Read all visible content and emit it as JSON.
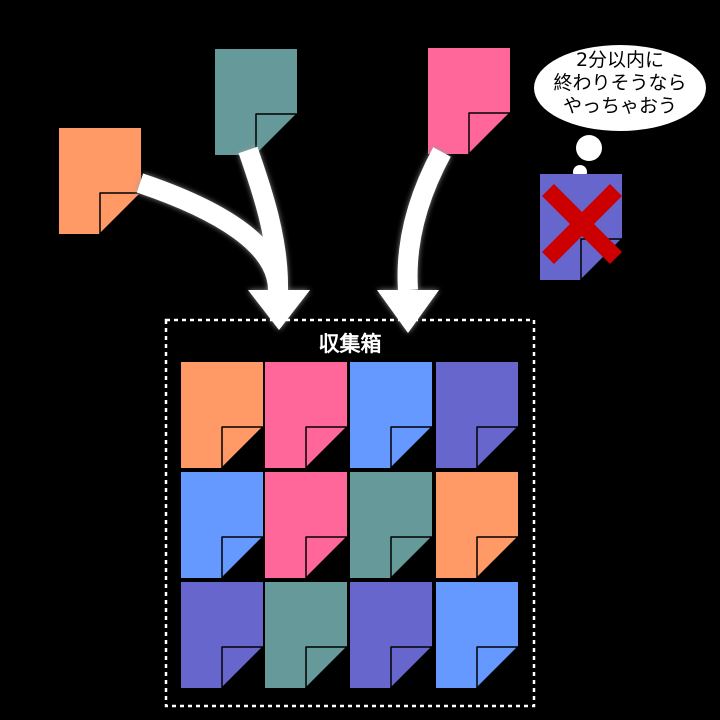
{
  "colors": {
    "background": "#000000",
    "orange": "#FF9966",
    "teal": "#669999",
    "pink": "#FF6699",
    "blue": "#6699FF",
    "purple": "#6666CC",
    "arrow": "#FFFFFF",
    "reject_mark": "#CC0000",
    "bubble_fill": "#FFFFFF",
    "box_border": "#FFFFFF"
  },
  "incoming_notes": [
    {
      "name": "incoming-note-orange",
      "color": "orange"
    },
    {
      "name": "incoming-note-teal",
      "color": "teal"
    },
    {
      "name": "incoming-note-pink",
      "color": "pink"
    }
  ],
  "rejected_note": {
    "color": "purple",
    "icon": "x-mark-icon"
  },
  "thought_bubble": {
    "lines": [
      "2分以内に",
      "終わりそうなら",
      "やっちゃおう"
    ]
  },
  "collection_box": {
    "label": "収集箱",
    "grid": [
      [
        "orange",
        "pink",
        "blue",
        "purple"
      ],
      [
        "blue",
        "pink",
        "teal",
        "orange"
      ],
      [
        "purple",
        "teal",
        "purple",
        "blue"
      ]
    ]
  }
}
